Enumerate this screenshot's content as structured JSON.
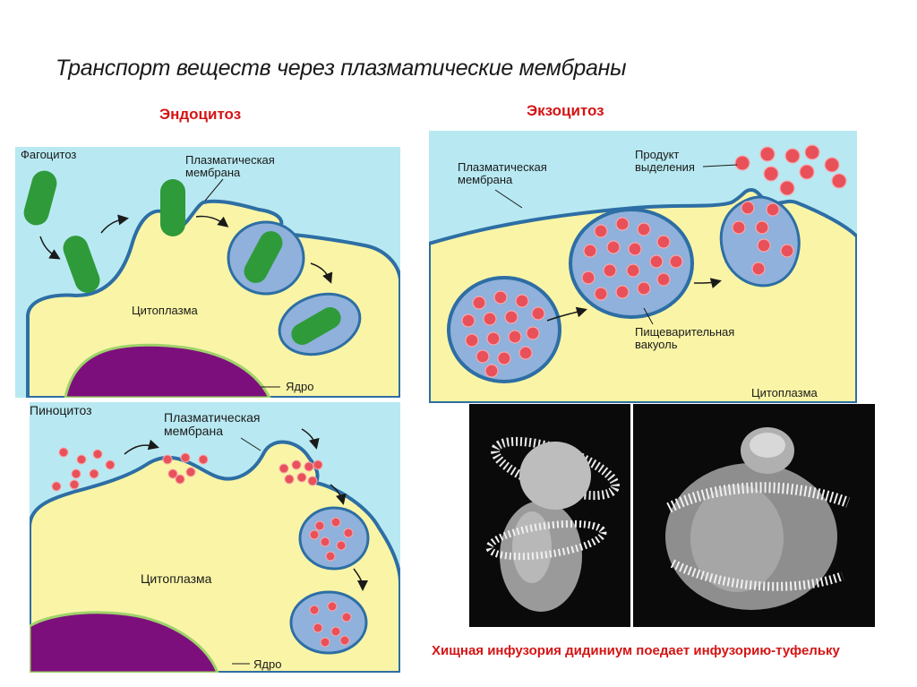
{
  "title": "Транспорт веществ через плазматические мембраны",
  "endocytosis_heading": "Эндоцитоз",
  "exocytosis_heading": "Экзоцитоз",
  "phagocytosis": {
    "process": "Фагоцитоз",
    "membrane": "Плазматическая\nмембрана",
    "cytoplasm": "Цитоплазма",
    "nucleus": "Ядро"
  },
  "pinocytosis": {
    "process": "Пиноцитоз",
    "membrane": "Плазматическая\nмембрана",
    "cytoplasm": "Цитоплазма",
    "nucleus": "Ядро"
  },
  "exocytosis": {
    "membrane": "Плазматическая\nмембрана",
    "product": "Продукт\nвыделения",
    "vacuole": "Пищеварительная\nвакуоль",
    "cytoplasm": "Цитоплазма"
  },
  "caption": "Хищная инфузория дидиниум поедает инфузорию-туфельку",
  "colors": {
    "extracellular": "#b8e9f2",
    "cytoplasm": "#faf5a6",
    "membrane": "#2d6ea4",
    "vesicle": "#8fb1db",
    "nucleus": "#7d0f7d",
    "bacterium": "#2f9a3a",
    "particle": "#e9515a",
    "heading": "#d41414"
  }
}
